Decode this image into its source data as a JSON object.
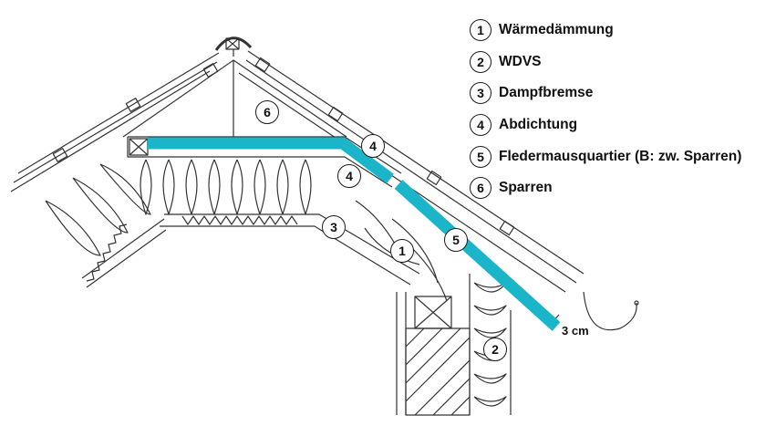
{
  "diagram": {
    "title": "Dachaufbau mit Fledermausquartier",
    "accent_color": "#1bb5c9",
    "legend": [
      {
        "num": "1",
        "label": "Wärmedämmung"
      },
      {
        "num": "2",
        "label": "WDVS"
      },
      {
        "num": "3",
        "label": "Dampfbremse"
      },
      {
        "num": "4",
        "label": "Abdichtung"
      },
      {
        "num": "5",
        "label": "Fledermausquartier (B: zw. Sparren)"
      },
      {
        "num": "6",
        "label": "Sparren"
      }
    ],
    "callouts": {
      "c1": "1",
      "c2": "2",
      "c3": "3",
      "c4a": "4",
      "c4b": "4",
      "c5": "5",
      "c6": "6"
    },
    "dimension_label": "3 cm"
  }
}
